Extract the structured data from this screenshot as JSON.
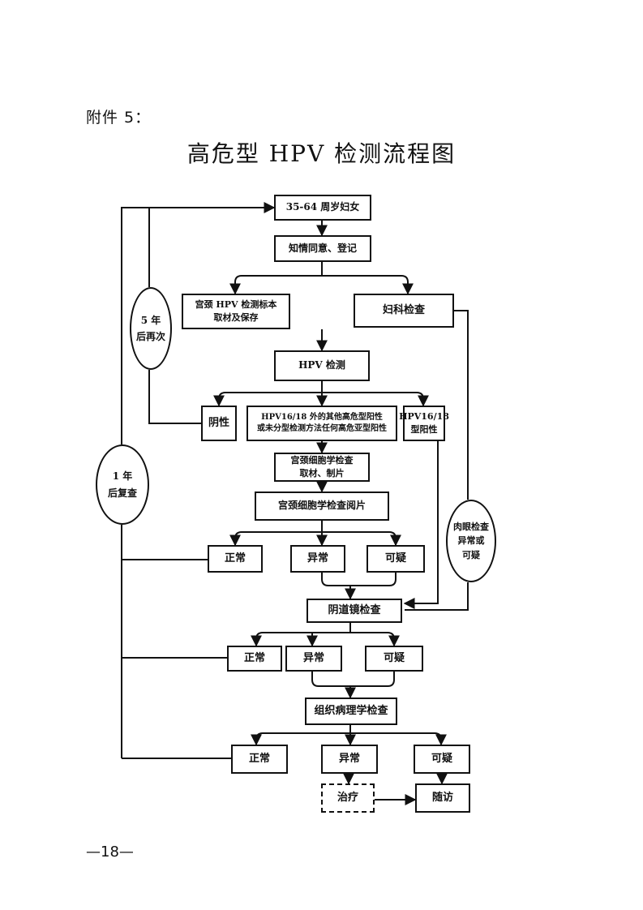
{
  "annex_label": "附件 5：",
  "title": "高危型 HPV 检测流程图",
  "page_number": "—18—",
  "nodes": {
    "women": "35-64 周岁妇女",
    "consent": "知情同意、登记",
    "sample": "宫颈 HPV 检测标本\n取材及保存",
    "gyn_exam": "妇科检查",
    "hpv_test": "HPV 检测",
    "negative": "阴性",
    "other_positive": "HPV16/18 外的其他高危型阳性\n或未分型检测方法任何高危亚型阳性",
    "hpv1618": "HPV16/18\n型阳性",
    "cyto_sample": "宫颈细胞学检查\n取材、制片",
    "cyto_read": "宫颈细胞学检查阅片",
    "cyto_normal": "正常",
    "cyto_abnormal": "异常",
    "cyto_suspicious": "可疑",
    "colposcopy": "阴道镜检查",
    "colpo_normal": "正常",
    "colpo_abnormal": "异常",
    "colpo_suspicious": "可疑",
    "pathology": "组织病理学检查",
    "path_normal": "正常",
    "path_abnormal": "异常",
    "path_suspicious": "可疑",
    "treatment": "治疗",
    "followup": "随访"
  },
  "ellipses": {
    "five_year": "5 年\n后再次",
    "one_year": "1 年\n后复查",
    "visual_abnormal": "肉眼检查\n异常或\n可疑"
  }
}
